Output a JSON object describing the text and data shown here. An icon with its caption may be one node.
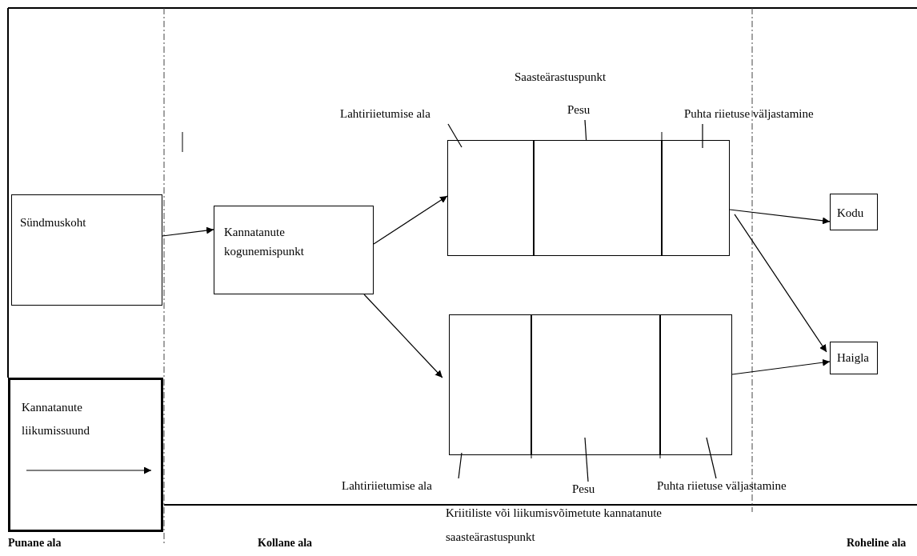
{
  "diagram": {
    "nodes": [
      {
        "text": [
          "Sündmuskoht"
        ]
      },
      {
        "text": [
          "Kannatanute kogunemispunkt"
        ]
      },
      {
        "text": [],
        "shape": "box"
      },
      {
        "text": [],
        "shape": "box",
        "in": 2
      },
      {
        "text": [],
        "shape": "box",
        "in": 2
      },
      {
        "text": [],
        "shape": "box",
        "in": 2
      },
      {
        "text": [],
        "shape": "box"
      },
      {
        "text": [],
        "shape": "box",
        "in": 6
      },
      {
        "text": [],
        "shape": "box",
        "in": 6
      },
      {
        "text": [],
        "shape": "box",
        "in": 6
      },
      {
        "text": [
          "Kodu"
        ]
      },
      {
        "text": [
          "Haigla"
        ]
      },
      {
        "text": [
          "Lahtiriietumise ala"
        ]
      },
      {
        "text": [
          "Pesu"
        ]
      },
      {
        "text": [
          "Puhta riietuse väljastamine"
        ]
      },
      {
        "text": [
          "Lahtiriietumise ala"
        ]
      },
      {
        "text": [
          "Pesu"
        ]
      },
      {
        "text": [
          "Puhta riietuse väljastamine"
        ]
      }
    ],
    "edges": [
      {
        "from": 0,
        "to": 1,
        "arrow": "to"
      },
      {
        "from": 1,
        "to": 2,
        "arrow": "to"
      },
      {
        "from": 1,
        "to": 6,
        "arrow": "to"
      },
      {
        "from": 2,
        "to": 10,
        "arrow": "to"
      },
      {
        "from": 2,
        "to": 11,
        "arrow": "to"
      },
      {
        "from": 6,
        "to": 11,
        "arrow": "to"
      },
      {
        "from": 12,
        "to": 3,
        "arrow": "none"
      },
      {
        "from": 13,
        "to": 4,
        "arrow": "none"
      },
      {
        "from": 14,
        "to": 5,
        "arrow": "none"
      },
      {
        "from": 15,
        "to": 7,
        "arrow": "none"
      },
      {
        "from": 16,
        "to": 8,
        "arrow": "none"
      },
      {
        "from": 17,
        "to": 9,
        "arrow": "none"
      }
    ],
    "labels": [
      "Saasteärastuspunkt",
      "Kriitiliste või liikumisvõimetute kannatanute saasteärastuspunkt",
      "Punane ala",
      "Kollane ala",
      "Roheline ala"
    ],
    "legend": [
      {
        "text": "Kannatanute liikumissuund"
      }
    ]
  }
}
